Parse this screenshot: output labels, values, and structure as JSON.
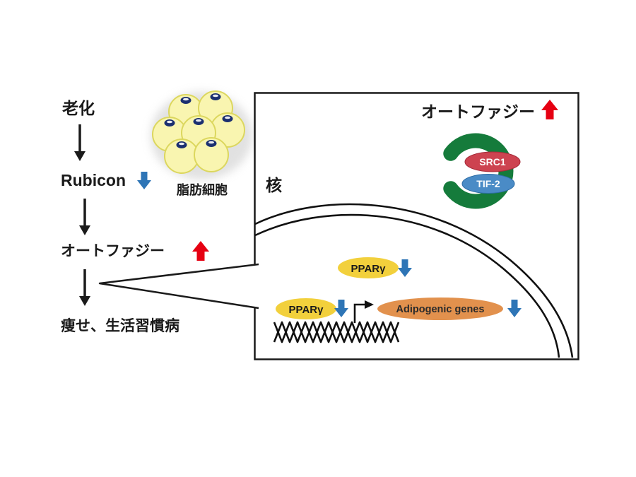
{
  "colors": {
    "increase_red": "#e60012",
    "decrease_blue": "#2e75b6",
    "autophagosome_green": "#157b3b",
    "src1_red": "#cd4350",
    "tif2_blue": "#4a8bc6",
    "ppar_yellow": "#f2d03c",
    "adipogenic_orange": "#e2914d",
    "fat_cell_yellow": "#f9f5b0"
  },
  "left_flow": {
    "aging": "老化",
    "rubicon": "Rubicon",
    "autophagy": "オートファジー",
    "outcome": "痩せ、生活習慣病"
  },
  "fat_cells": {
    "label": "脂肪細胞"
  },
  "nucleus_panel": {
    "autophagy_title": "オートファジー",
    "nucleus_label": "核",
    "src1": "SRC1",
    "tif2": "TIF-2",
    "ppar_upper": "PPARγ",
    "ppar_lower": "PPARγ",
    "adipogenic_genes": "Adipogenic genes"
  }
}
